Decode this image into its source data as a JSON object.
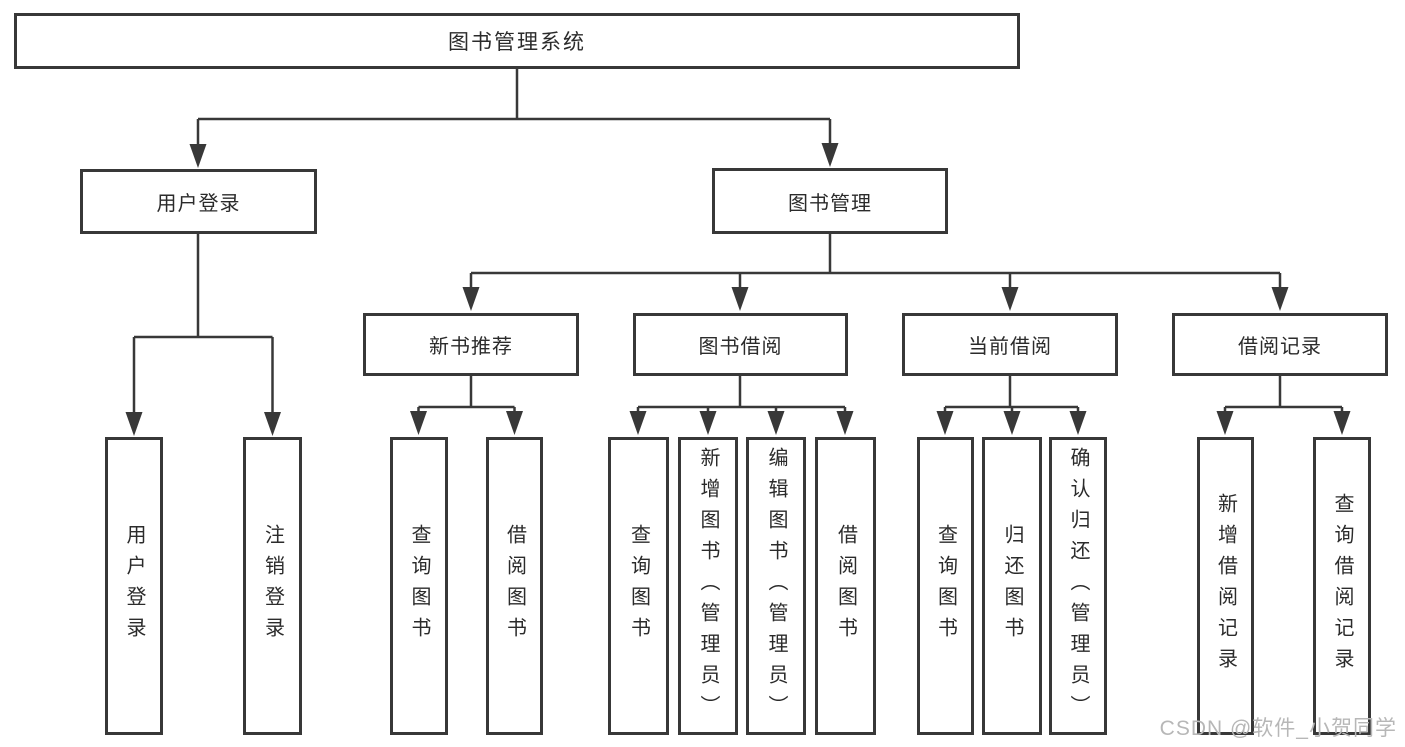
{
  "nodes": {
    "root": "图书管理系统",
    "level2": {
      "user_login": "用户登录",
      "book_management": "图书管理"
    },
    "level3": {
      "new_book_recommend": "新书推荐",
      "book_borrowing": "图书借阅",
      "current_borrowing": "当前借阅",
      "borrowing_records": "借阅记录"
    },
    "leaves": {
      "user_login": [
        "用户登录",
        "注销登录"
      ],
      "new_book_recommend": [
        "查询图书",
        "借阅图书"
      ],
      "book_borrowing": [
        "查询图书",
        "新增图书（管理员）",
        "编辑图书（管理员）",
        "借阅图书"
      ],
      "current_borrowing": [
        "查询图书",
        "归还图书",
        "确认归还（管理员）"
      ],
      "borrowing_records": [
        "新增借阅记录",
        "查询借阅记录"
      ]
    }
  },
  "watermark": "CSDN @软件_小贺同学",
  "colors": {
    "line": "#383838",
    "text": "#2b2b2b",
    "background": "#ffffff",
    "watermark": "#b7b7b7"
  }
}
